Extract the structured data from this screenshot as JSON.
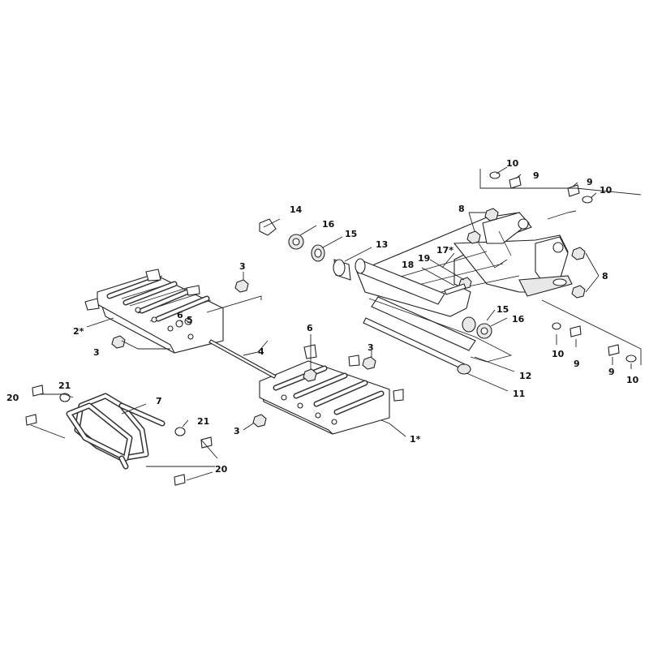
{
  "callouts": {
    "c1": "1*",
    "c2": "2*",
    "c3a": "3",
    "c3b": "3",
    "c3c": "3",
    "c3d": "3",
    "c4": "4",
    "c5": "5",
    "c6a": "6",
    "c6b": "6",
    "c7": "7",
    "c8a": "8",
    "c8b": "8",
    "c9a": "9",
    "c9b": "9",
    "c9c": "9",
    "c9d": "9",
    "c10a": "10",
    "c10b": "10",
    "c10c": "10",
    "c10d": "10",
    "c11": "11",
    "c12": "12",
    "c13": "13",
    "c14": "14",
    "c15a": "15",
    "c15b": "15",
    "c16a": "16",
    "c16b": "16",
    "c17": "17*",
    "c18": "18",
    "c19": "19",
    "c20a": "20",
    "c20b": "20",
    "c21a": "21",
    "c21b": "21"
  }
}
